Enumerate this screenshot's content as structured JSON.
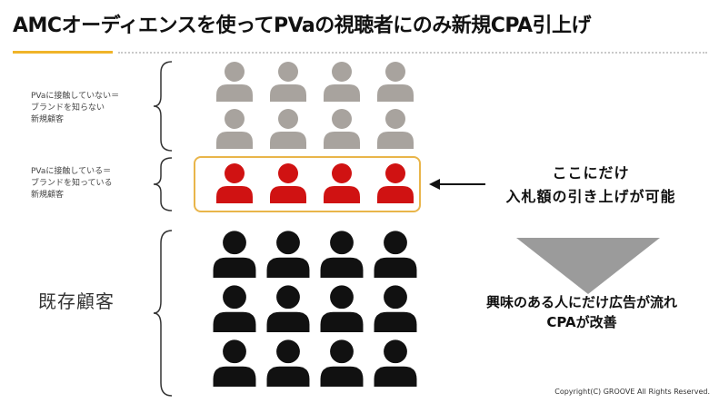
{
  "title": "AMCオーディエンスを使ってPVaの視聴者にのみ新規CPA引上げ",
  "groups": {
    "not_contacted": {
      "line1": "PVaに接触していない＝",
      "line2": "ブランドを知らない",
      "line3": "新規顧客",
      "color": "#a8a39e",
      "rows": 2,
      "cols": 4
    },
    "contacted": {
      "line1": "PVaに接触している＝",
      "line2": "ブランドを知っている",
      "line3": "新規顧客",
      "color": "#d01212",
      "rows": 1,
      "cols": 4
    },
    "existing": {
      "label": "既存顧客",
      "color": "#111111",
      "rows": 3,
      "cols": 4
    }
  },
  "callout_main": {
    "line1": "ここにだけ",
    "line2": "入札額の引き上げが可能"
  },
  "callout_result": {
    "line1": "興味のある人にだけ広告が流れ",
    "line2": "CPAが改善"
  },
  "accent_color": "#f0b429",
  "copyright": "Copyright(C) GROOVE All Rights Reserved."
}
